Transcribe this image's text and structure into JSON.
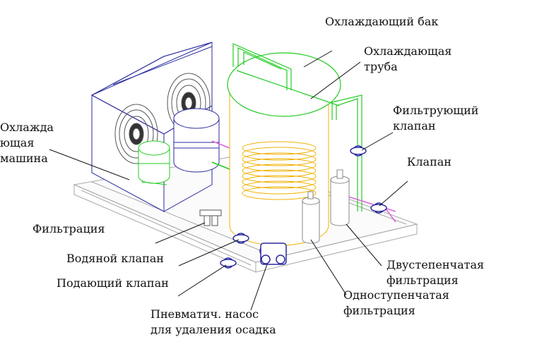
{
  "colors": {
    "frame": "#a8a8a8",
    "cooler": "#2a2aa0",
    "pipe_green": "#22cc22",
    "coil_orange": "#f0b000",
    "valve_blue": "#2a2aa0",
    "pipe_pink": "#e060e0",
    "leader": "#111111"
  },
  "labels": {
    "cooling_tank": "Охлаждающий бак",
    "cooling_pipe_1": "Охлаждающая",
    "cooling_pipe_2": "труба",
    "chiller_1": "Охлажда",
    "chiller_2": "ющая",
    "chiller_3": "машина",
    "filter_valve_1": "Фильтрующий",
    "filter_valve_2": "клапан",
    "valve": "Клапан",
    "filtration": "Фильтрация",
    "water_valve": "Водяной клапан",
    "feed_valve": "Подающий клапан",
    "pump_1": "Пневматич. насос",
    "pump_2": "для удаления осадка",
    "two_stage_1": "Двустепенчатая",
    "two_stage_2": "фильтрация",
    "one_stage_1": "Одноступенчатая",
    "one_stage_2": "фильтрация"
  },
  "icons": [
    "fan-icon",
    "valve-icon",
    "pump-icon",
    "filter-icon"
  ]
}
